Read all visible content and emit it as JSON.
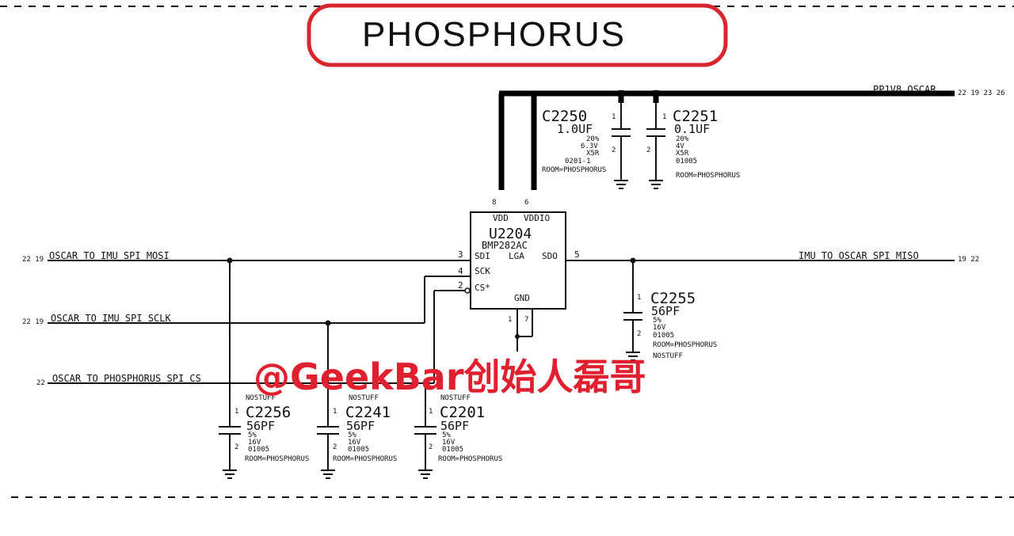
{
  "title": "PHOSPHORUS",
  "watermark": "@GeekBar创始人磊哥",
  "colors": {
    "title_ring": "#d9262c",
    "watermark": "#e0202f",
    "wire": "#111111"
  },
  "power_rail": {
    "name": "PP1V8_OSCAR",
    "refs": "22 19 23 26"
  },
  "chip": {
    "ref": "U2204",
    "part": "BMP282AC",
    "package": "LGA",
    "pins": {
      "vdd": "VDD",
      "vddio": "VDDIO",
      "sdi": "SDI",
      "sck": "SCK",
      "cs": "CS*",
      "sdo": "SDO",
      "gnd": "GND",
      "vdd_num": "8",
      "vddio_num": "6",
      "sdi_num": "3",
      "sck_num": "4",
      "cs_num": "2",
      "sdo_num": "5",
      "gnd_num_a": "1",
      "gnd_num_b": "7"
    }
  },
  "nets": {
    "mosi": {
      "name": "OSCAR TO IMU SPI MOSI",
      "refs": "22 19"
    },
    "sclk": {
      "name": "OSCAR_TO_IMU_SPI_SCLK",
      "refs": "22 19"
    },
    "cs": {
      "name": "OSCAR TO PHOSPHORUS SPI CS",
      "refs": "22"
    },
    "miso": {
      "name": "IMU TO OSCAR SPI MISO",
      "refs": "19 22"
    }
  },
  "caps": {
    "c2250": {
      "ref": "C2250",
      "value": "1.0UF",
      "tol": "20%",
      "volt": "6.3V",
      "diel": "X5R",
      "pkg": "0201-1",
      "room": "ROOM=PHOSPHORUS",
      "pin1": "1",
      "pin2": "2"
    },
    "c2251": {
      "ref": "C2251",
      "value": "0.1UF",
      "tol": "20%",
      "volt": "4V",
      "diel": "X5R",
      "pkg": "01005",
      "room": "ROOM=PHOSPHORUS",
      "pin1": "1",
      "pin2": "2"
    },
    "c2255": {
      "ref": "C2255",
      "value": "56PF",
      "tol": "5%",
      "volt": "16V",
      "pkg": "01005",
      "room": "ROOM=PHOSPHORUS",
      "extra": "NOSTUFF",
      "pin1": "1",
      "pin2": "2"
    },
    "c2256": {
      "ref": "C2256",
      "value": "56PF",
      "tol": "5%",
      "volt": "16V",
      "pkg": "01005",
      "room": "ROOM=PHOSPHORUS",
      "stuff": "NOSTUFF",
      "pin1": "1",
      "pin2": "2"
    },
    "c2241": {
      "ref": "C2241",
      "value": "56PF",
      "tol": "5%",
      "volt": "16V",
      "pkg": "01005",
      "room": "ROOM=PHOSPHORUS",
      "stuff": "NOSTUFF",
      "pin1": "1",
      "pin2": "2"
    },
    "c2201": {
      "ref": "C2201",
      "value": "56PF",
      "tol": "5%",
      "volt": "16V",
      "pkg": "01005",
      "room": "ROOM=PHOSPHORUS",
      "stuff": "NOSTUFF",
      "pin1": "1",
      "pin2": "2"
    }
  }
}
